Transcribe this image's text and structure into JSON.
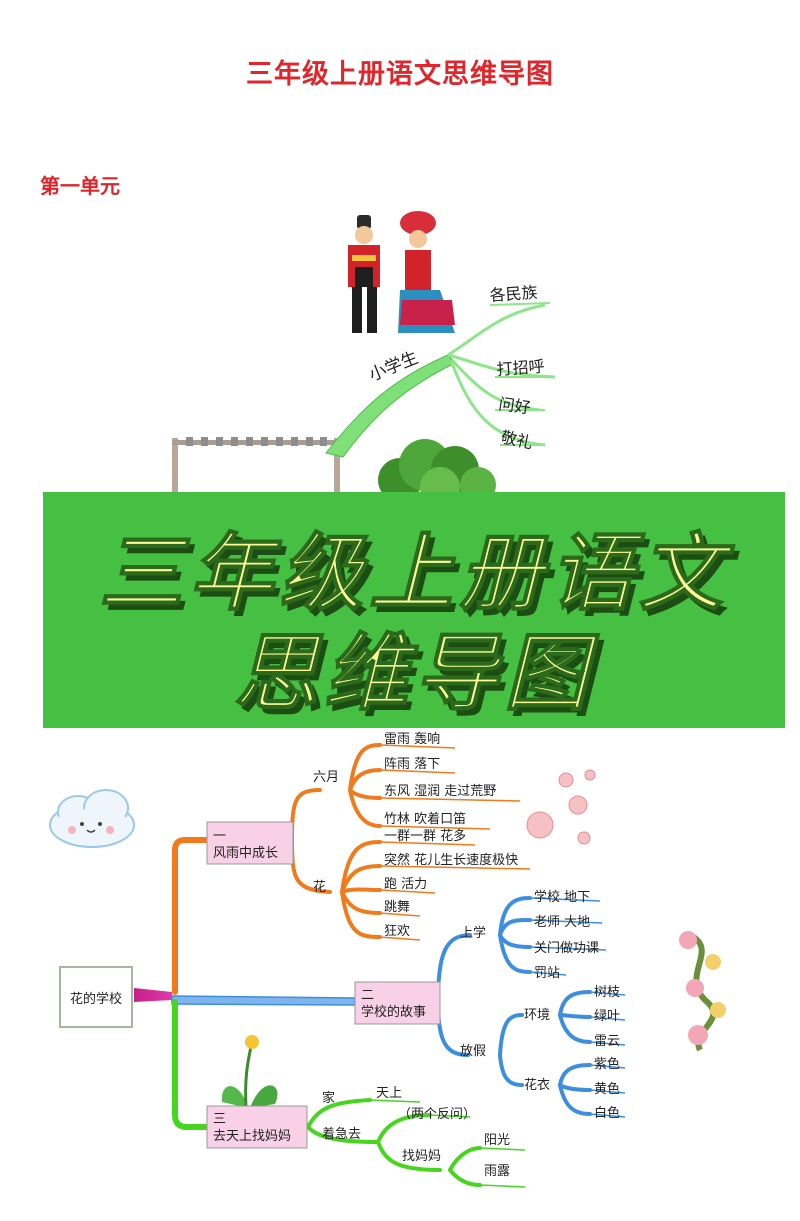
{
  "page_title": "三年级上册语文思维导图",
  "unit_label": "第一单元",
  "banner": {
    "line1": "三年级上册语文",
    "line2": "思维导图"
  },
  "top_map": {
    "center": "小学生",
    "branches": [
      "各民族",
      "打招呼",
      "问好",
      "敬礼"
    ]
  },
  "main_map": {
    "root": "花的学校",
    "topic1": {
      "label_num": "一",
      "label": "风雨中成长",
      "sub1": {
        "label": "六月",
        "items": [
          "雷雨  轰响",
          "阵雨  落下",
          "东风  湿润  走过荒野",
          "竹林  吹着口笛"
        ]
      },
      "sub2": {
        "label": "花",
        "items": [
          "一群一群  花多",
          "突然  花儿生长速度极快",
          "跑  活力",
          "跳舞",
          "狂欢"
        ]
      }
    },
    "topic2": {
      "label_num": "二",
      "label": "学校的故事",
      "sub1": {
        "label": "上学",
        "items": [
          "学校  地下",
          "老师  大地",
          "关门做功课",
          "罚站"
        ]
      },
      "sub2": {
        "label": "放假",
        "env": {
          "label": "环境",
          "items": [
            "树枝",
            "绿叶",
            "雷云"
          ]
        },
        "cloth": {
          "label": "花衣",
          "items": [
            "紫色",
            "黄色",
            "白色"
          ]
        }
      }
    },
    "topic3": {
      "label_num": "三",
      "label": "去天上找妈妈",
      "home": "家",
      "sky": "天上",
      "urgent": "着急去",
      "note": "（两个反问）",
      "find": "找妈妈",
      "sun": "阳光",
      "dew": "雨露"
    }
  },
  "colors": {
    "title_red": "#e0262b",
    "banner_green": "#45c043",
    "orange": "#f07a1c",
    "blue": "#3e8ee0",
    "green": "#46d61e"
  }
}
